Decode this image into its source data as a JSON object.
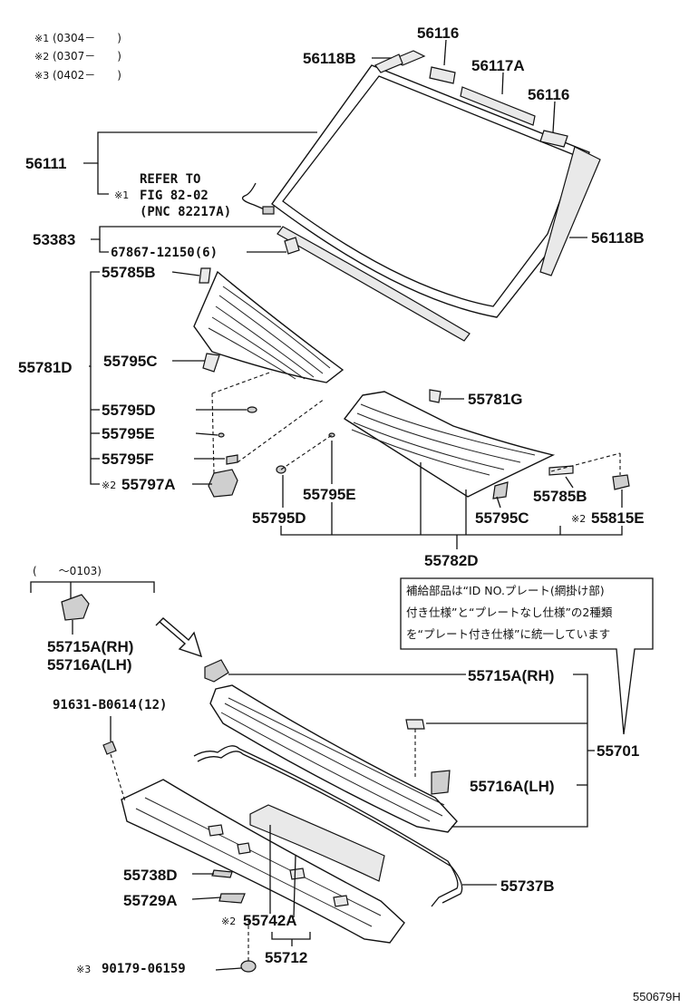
{
  "legend": [
    {
      "mark": "※1",
      "text": "(0304－　　)"
    },
    {
      "mark": "※2",
      "text": "(0307－　　)"
    },
    {
      "mark": "※3",
      "text": "(0402－　　)"
    }
  ],
  "windshield_group": {
    "p_56111": "56111",
    "refer_mark": "※1",
    "refer_line1": "REFER TO",
    "refer_line2": "FIG 82-02",
    "refer_line3": "(PNC 82217A)",
    "p_53383": "53383",
    "p_67867": "67867-12150(6)",
    "p_56118B_top": "56118B",
    "p_56116_top": "56116",
    "p_56117A": "56117A",
    "p_56116_right": "56116",
    "p_56118B_right": "56118B"
  },
  "cowl_group": {
    "p_55785B_left": "55785B",
    "p_55781D": "55781D",
    "p_55795C_left": "55795C",
    "p_55795D_left": "55795D",
    "p_55795E_left": "55795E",
    "p_55795F": "55795F",
    "p_55797A_mark": "※2",
    "p_55797A": "55797A",
    "p_55781G": "55781G",
    "p_55795E_mid": "55795E",
    "p_55795D_mid": "55795D",
    "p_55795C_right": "55795C",
    "p_55785B_right": "55785B",
    "p_55815E_mark": "※2",
    "p_55815E": "55815E",
    "p_55782D": "55782D"
  },
  "lower_group": {
    "period_label": "(　　～0103)",
    "p_55715A_left": "55715A(RH)",
    "p_55716A_left": "55716A(LH)",
    "note_line1": "補給部品は“ID NO.プレート(網掛け部)",
    "note_line2": "付き仕様”と“プレートなし仕様”の2種類",
    "note_line3": "を“プレート付き仕様”に統一しています",
    "p_55715A_right": "55715A(RH)",
    "p_91631": "91631-B0614(12)",
    "p_55701": "55701",
    "p_55716A_right": "55716A(LH)",
    "p_55738D": "55738D",
    "p_55737B": "55737B",
    "p_55729A": "55729A",
    "p_55742A_mark": "※2",
    "p_55742A": "55742A",
    "p_55712": "55712",
    "p_90179_mark": "※3",
    "p_90179": "90179-06159"
  },
  "figure_code": "550679H"
}
